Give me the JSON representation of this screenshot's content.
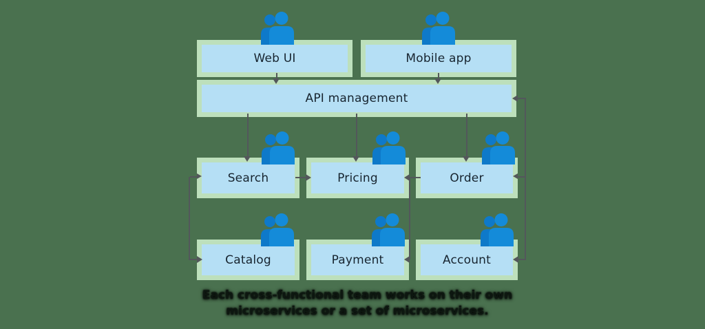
{
  "diagram": {
    "title_implicit": "Microservices cross-functional teams diagram",
    "background_color": "#4A714F",
    "node_fill_color": "#B5DFF5",
    "node_halo_color": "#BDE0BC",
    "label_color": "#17242F",
    "arrow_color": "#53575B"
  },
  "nodes": [
    {
      "id": "webui",
      "label": "Web UI"
    },
    {
      "id": "mobile",
      "label": "Mobile app"
    },
    {
      "id": "api",
      "label": "API management"
    },
    {
      "id": "search",
      "label": "Search"
    },
    {
      "id": "pricing",
      "label": "Pricing"
    },
    {
      "id": "order",
      "label": "Order"
    },
    {
      "id": "catalog",
      "label": "Catalog"
    },
    {
      "id": "payment",
      "label": "Payment"
    },
    {
      "id": "account",
      "label": "Account"
    }
  ],
  "edges": [
    {
      "from": "Web UI",
      "to": "API management"
    },
    {
      "from": "Mobile app",
      "to": "API management"
    },
    {
      "from": "API management",
      "to": "Search"
    },
    {
      "from": "API management",
      "to": "Pricing"
    },
    {
      "from": "API management",
      "to": "Order"
    },
    {
      "from": "Search",
      "to": "Pricing"
    },
    {
      "from": "Order",
      "to": "Pricing"
    },
    {
      "from": "Search",
      "to": "Catalog"
    },
    {
      "from": "Order",
      "to": "Payment"
    },
    {
      "from": "Order",
      "to": "API management"
    },
    {
      "from": "Order",
      "to": "Account"
    }
  ],
  "icon": {
    "name": "team-icon",
    "description": "two person silhouettes",
    "front_color": "#148BD9",
    "back_color": "#0E79C9"
  },
  "caption": {
    "line1": "Each cross-functional team works on their own",
    "line2": "microservices or a set of microservices."
  }
}
